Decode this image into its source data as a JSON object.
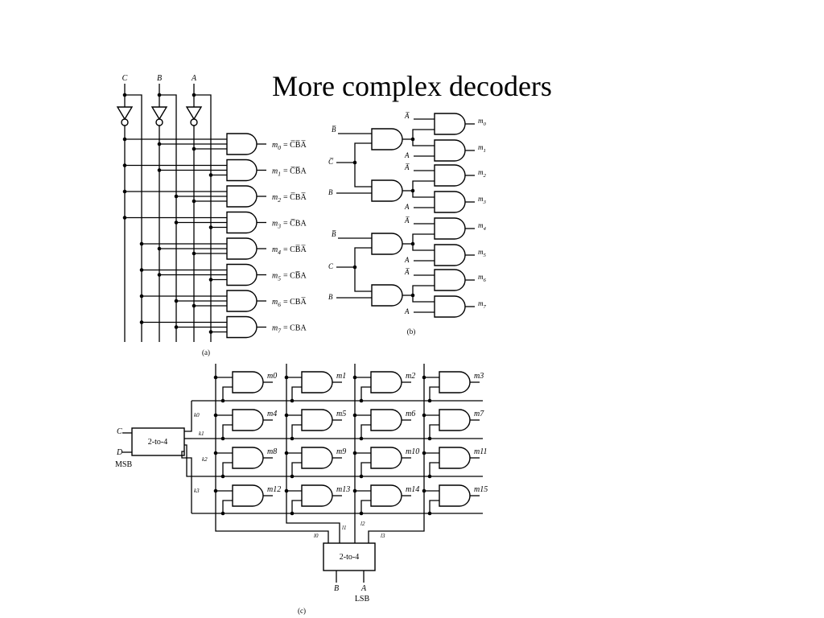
{
  "slide": {
    "title": "More complex decoders"
  },
  "diagram_a": {
    "caption": "(a)",
    "inputs": [
      "C",
      "B",
      "A"
    ],
    "outputs": [
      {
        "m": "m",
        "sub": "0",
        "eq": "= C̅B̅A̅"
      },
      {
        "m": "m",
        "sub": "1",
        "eq": "= C̅B̅A"
      },
      {
        "m": "m",
        "sub": "2",
        "eq": "= C̅BA̅"
      },
      {
        "m": "m",
        "sub": "3",
        "eq": "= C̅BA"
      },
      {
        "m": "m",
        "sub": "4",
        "eq": "= CB̅A̅"
      },
      {
        "m": "m",
        "sub": "5",
        "eq": "= CB̅A"
      },
      {
        "m": "m",
        "sub": "6",
        "eq": "= CBA̅"
      },
      {
        "m": "m",
        "sub": "7",
        "eq": "= CBA"
      }
    ]
  },
  "diagram_b": {
    "caption": "(b)",
    "b_bar": "B̅",
    "c_bar": "C̅",
    "b": "B",
    "c": "C",
    "a_bar": "A̅",
    "a": "A",
    "outputs": [
      "m",
      "m",
      "m",
      "m",
      "m",
      "m",
      "m",
      "m"
    ],
    "output_subs": [
      "0",
      "1",
      "2",
      "3",
      "4",
      "5",
      "6",
      "7"
    ]
  },
  "diagram_c": {
    "caption": "(c)",
    "decoder_label": "2-to-4",
    "input_c": "C",
    "input_d": "D",
    "msb": "MSB",
    "input_b": "B",
    "input_a": "A",
    "lsb": "LSB",
    "k_labels": [
      "k0",
      "k1",
      "k2",
      "k3"
    ],
    "l_labels": [
      "l0",
      "l1",
      "l2",
      "l3"
    ],
    "outputs": [
      "m0",
      "m1",
      "m2",
      "m3",
      "m4",
      "m5",
      "m6",
      "m7",
      "m8",
      "m9",
      "m10",
      "m11",
      "m12",
      "m13",
      "m14",
      "m15"
    ]
  }
}
